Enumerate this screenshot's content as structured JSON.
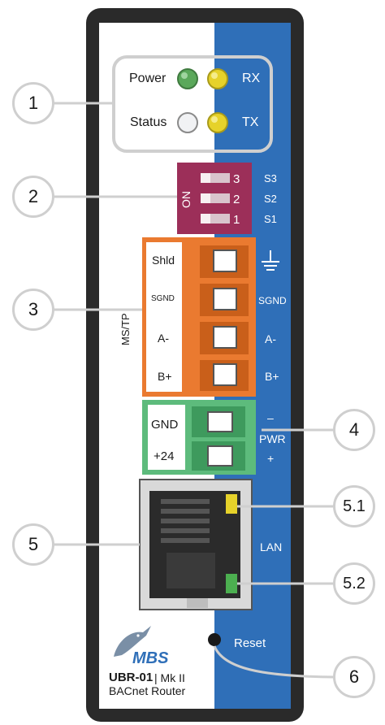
{
  "leds": {
    "power_label": "Power",
    "status_label": "Status",
    "rx_label": "RX",
    "tx_label": "TX"
  },
  "dip": {
    "on_label": "ON",
    "numbers": [
      "3",
      "2",
      "1"
    ],
    "switch_labels": [
      "S3",
      "S2",
      "S1"
    ]
  },
  "mstp": {
    "side_label": "MS/TP",
    "terminals": [
      "Shld",
      "SGND",
      "A-",
      "B+"
    ],
    "right_labels": [
      "SGND",
      "A-",
      "B+"
    ]
  },
  "power": {
    "terminals": [
      "GND",
      "+24"
    ],
    "minus": "–",
    "label": "PWR",
    "plus": "+"
  },
  "lan": {
    "label": "LAN"
  },
  "reset": {
    "label": "Reset"
  },
  "brand": {
    "logo_text": "MBS",
    "model": "UBR-01",
    "model_suffix": "| Mk II",
    "product": "BACnet Router"
  },
  "callouts": [
    "1",
    "2",
    "3",
    "4",
    "5",
    "5.1",
    "5.2",
    "6"
  ],
  "colors": {
    "case": "#2a2a2a",
    "blue_panel": "#2f6fb8",
    "dip_body": "#9c2f59",
    "orange_terminal": "#ea7a30",
    "green_terminal": "#5dbb7c",
    "led_green": "#5aa85a",
    "led_yellow": "#e6d22a"
  }
}
